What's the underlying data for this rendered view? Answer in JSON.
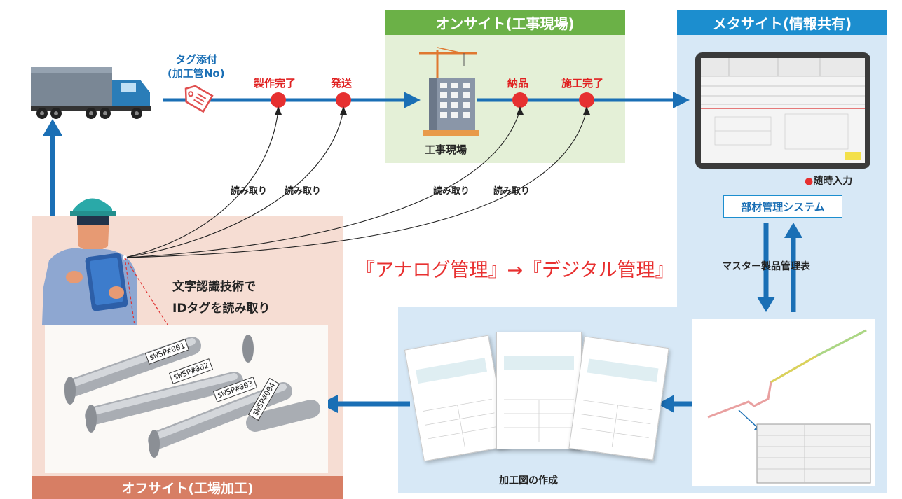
{
  "sections": {
    "onsite_title": "オンサイト(工事現場)",
    "metasite_title": "メタサイト(情報共有)",
    "offsite_title": "オフサイト(工場加工)"
  },
  "flow": {
    "tag_attach_line1": "タグ添付",
    "tag_attach_line2": "(加工管No)",
    "manufacture_done": "製作完了",
    "ship": "発送",
    "delivery": "納品",
    "construction_done": "施工完了",
    "site_label": "工事現場",
    "read_labels": [
      "読み取り",
      "読み取り",
      "読み取り",
      "読み取り"
    ]
  },
  "metasite": {
    "anytime_input": "随時入力",
    "system_name": "部材管理システム",
    "master_table": "マスター製品管理表"
  },
  "center_title": "『アナログ管理』→『デジタル管理』",
  "offsite": {
    "ocr_line1": "文字認識技術で",
    "ocr_line2": "IDタグを読み取り",
    "tags": [
      "$WSP#001",
      "$WSP#002",
      "$WSP#003",
      "$WSP#004"
    ]
  },
  "drawings": {
    "caption": "加工図の作成"
  },
  "colors": {
    "flow_blue": "#1a6fb5",
    "marker_red": "#e63030",
    "onsite_green": "#6bb147",
    "metasite_blue": "#1c8ecf",
    "offsite_salmon": "#d77e64"
  }
}
